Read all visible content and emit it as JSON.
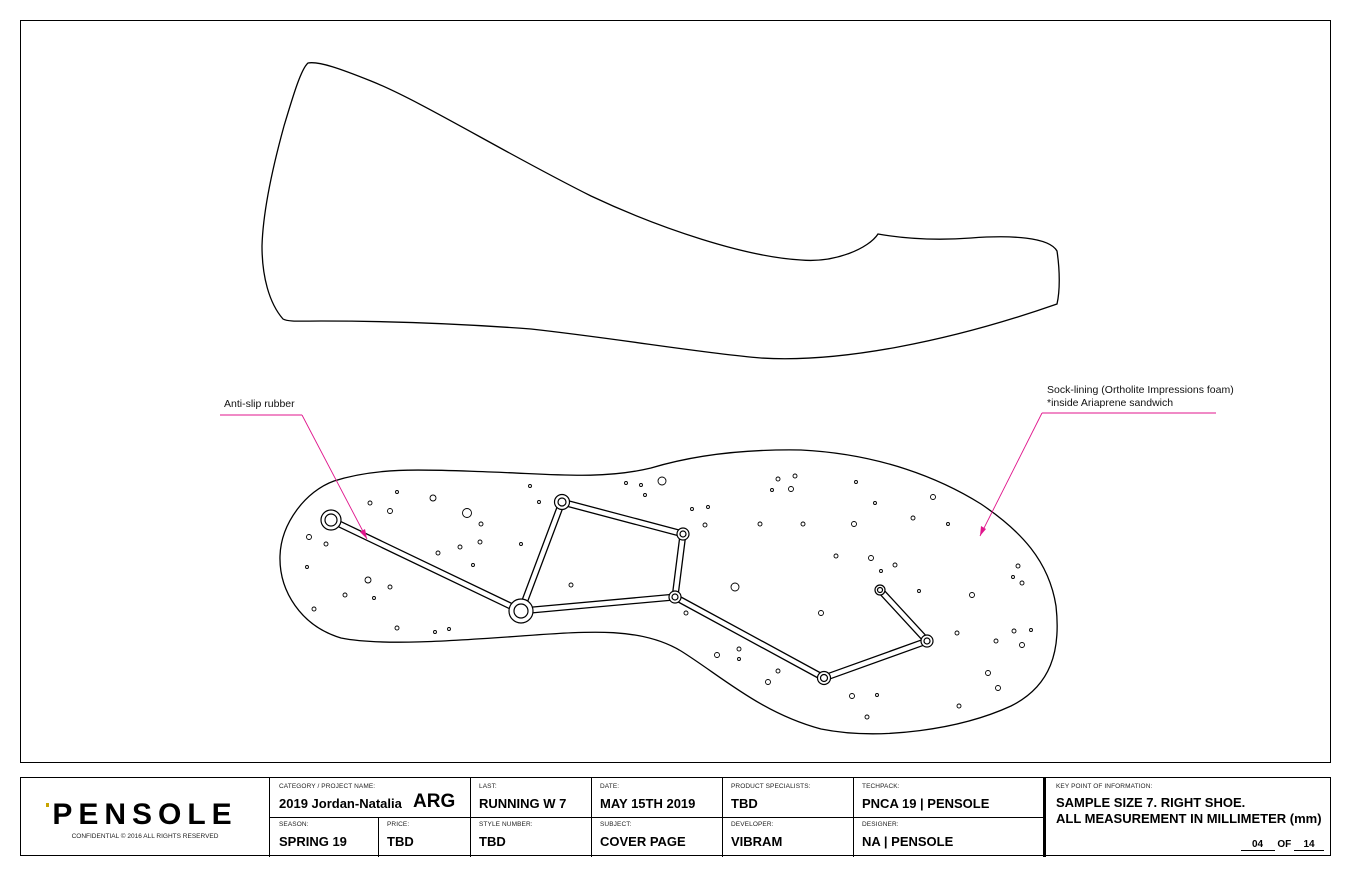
{
  "callouts": {
    "anti_slip": "Anti-slip rubber",
    "sock_lining_line1": "Sock-lining (Ortholite Impressions foam)",
    "sock_lining_line2": "*inside Ariaprene sandwich"
  },
  "colors": {
    "callout_line": "#e0168c",
    "outline": "#000000"
  },
  "title_block": {
    "logo": "PENSOLE",
    "confidential": "CONFIDENTIAL © 2016 ALL RIGHTS RESERVED",
    "category_label": "CATEGORY / PROJECT NAME:",
    "category_value": "2019 Jordan-Natalia",
    "category_tag": "ARG",
    "last_label": "LAST:",
    "last_value": "RUNNING W 7",
    "date_label": "DATE:",
    "date_value": "MAY 15TH 2019",
    "specialists_label": "PRODUCT SPECIALISTS:",
    "specialists_value": "TBD",
    "techpack_label": "TECHPACK:",
    "techpack_value": "PNCA 19 | PENSOLE",
    "key_info_label": "KEY POINT OF INFORMATION:",
    "key_info_line1": "SAMPLE SIZE 7. RIGHT SHOE.",
    "key_info_line2": "ALL MEASUREMENT IN MILLIMETER (mm)",
    "season_label": "SEASON:",
    "season_value": "SPRING 19",
    "price_label": "PRICE:",
    "price_value": "TBD",
    "style_label": "STYLE NUMBER:",
    "style_value": "TBD",
    "subject_label": "SUBJECT:",
    "subject_value": "COVER PAGE",
    "developer_label": "DEVELOPER:",
    "developer_value": "VIBRAM",
    "designer_label": "DESIGNER:",
    "designer_value": "NA | PENSOLE",
    "page_current": "04",
    "page_of": "OF",
    "page_total": "14"
  }
}
